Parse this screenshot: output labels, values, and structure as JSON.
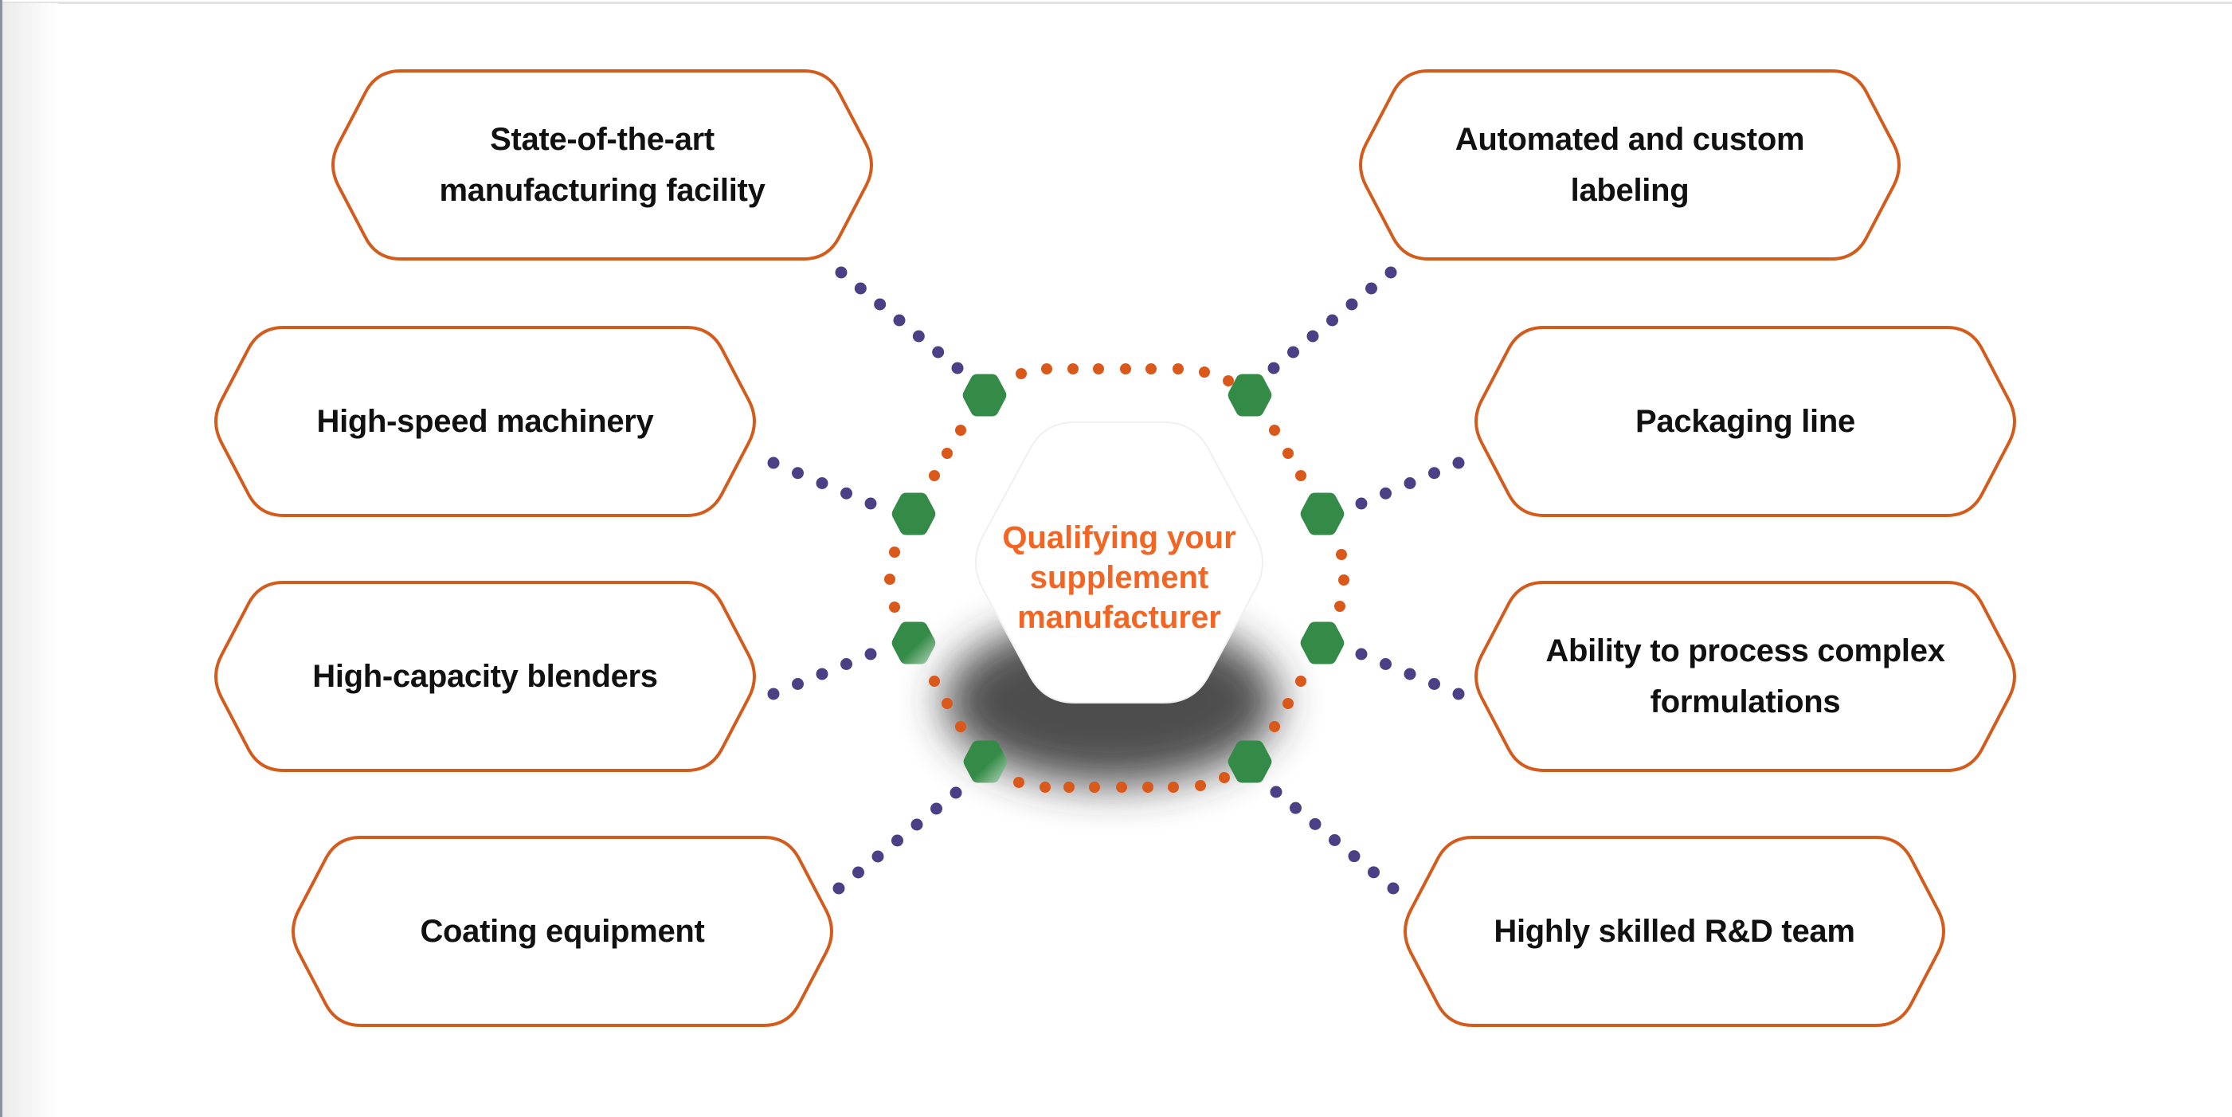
{
  "diagram": {
    "title": "Qualifying your supplement manufacturer",
    "center": {
      "lines": [
        "Qualifying your",
        "supplement",
        "manufacturer"
      ]
    },
    "nodes": [
      {
        "id": "state-of-the-art",
        "side": "left",
        "lines": [
          "State-of-the-art",
          "manufacturing facility"
        ]
      },
      {
        "id": "automated-labeling",
        "side": "right",
        "lines": [
          "Automated and custom",
          "labeling"
        ]
      },
      {
        "id": "high-speed-machinery",
        "side": "left",
        "lines": [
          "High-speed machinery"
        ]
      },
      {
        "id": "packaging-line",
        "side": "right",
        "lines": [
          "Packaging line"
        ]
      },
      {
        "id": "high-capacity-blenders",
        "side": "left",
        "lines": [
          "High-capacity blenders"
        ]
      },
      {
        "id": "complex-formulations",
        "side": "right",
        "lines": [
          "Ability to process complex",
          "formulations"
        ]
      },
      {
        "id": "coating-equipment",
        "side": "left",
        "lines": [
          "Coating equipment"
        ]
      },
      {
        "id": "rd-team",
        "side": "right",
        "lines": [
          "Highly skilled R&D team"
        ]
      }
    ],
    "colors": {
      "box_border": "#d35b1c",
      "center_text": "#f26522",
      "connector_dots": "#4b3f86",
      "ring_dots": "#d9581a",
      "node_hexagons": "#348b47",
      "label_text": "#111111"
    }
  }
}
